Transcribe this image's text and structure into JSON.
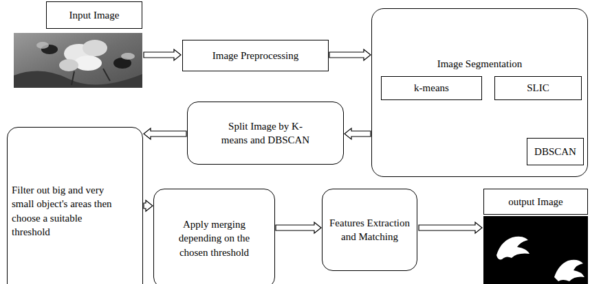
{
  "diagram": {
    "nodes": [
      {
        "text": [
          "Input Image"
        ]
      },
      {
        "text": [
          "Image Preprocessing"
        ]
      },
      {
        "text": [
          "Image Segmentation"
        ]
      },
      {
        "text": [
          "k-means"
        ],
        "in": 2
      },
      {
        "text": [
          "SLIC"
        ],
        "in": 2
      },
      {
        "text": [
          "DBSCAN"
        ],
        "in": 2
      },
      {
        "text": [
          "Split Image by K-means and DBSCAN"
        ]
      },
      {
        "text": [
          "Filter out big and very small object's areas then choose a suitable threshold"
        ]
      },
      {
        "text": [
          "Apply merging depending on the chosen threshold"
        ]
      },
      {
        "text": [
          "Features Extraction and Matching"
        ]
      },
      {
        "text": [
          "output Image"
        ]
      }
    ],
    "edges": [
      {
        "from": 1,
        "to": 2,
        "arrow": "to"
      },
      {
        "from": 4,
        "to": 5,
        "arrow": "to"
      },
      {
        "from": 2,
        "to": 6,
        "arrow": "to"
      },
      {
        "from": 6,
        "to": 7,
        "arrow": "to"
      },
      {
        "from": 7,
        "to": 8,
        "arrow": "to"
      },
      {
        "from": 8,
        "to": 9,
        "arrow": "to"
      }
    ]
  }
}
